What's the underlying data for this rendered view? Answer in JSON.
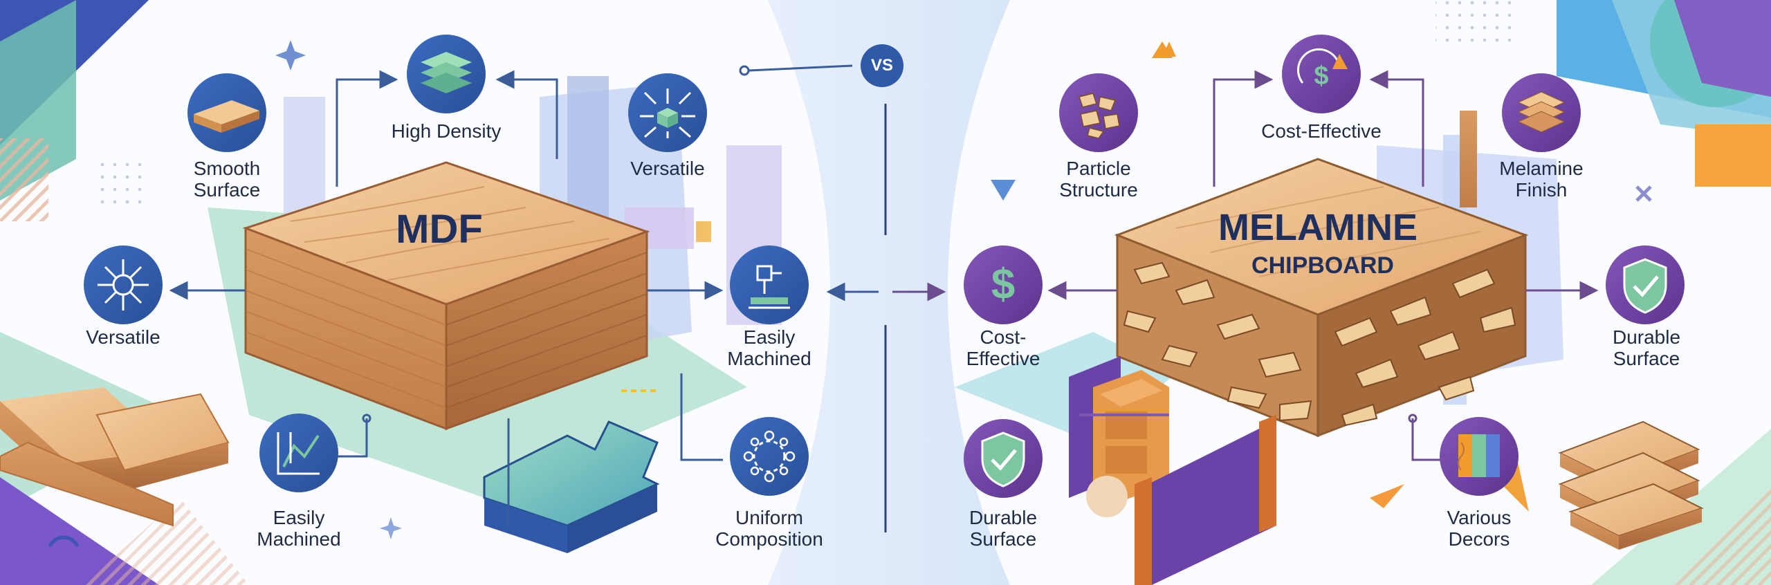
{
  "vs": "VS",
  "mdf": {
    "title": "MDF",
    "features": {
      "smooth_surface": "Smooth\nSurface",
      "high_density": "High Density",
      "versatile_top": "Versatile",
      "versatile_left": "Versatile",
      "easily_machined_right": "Easily\nMachined",
      "easily_machined_bottom": "Easily\nMachined",
      "uniform_composition": "Uniform\nComposition"
    },
    "icons": {
      "smooth_surface": "board-icon",
      "high_density": "layers-icon",
      "versatile_top": "expand-arrows-icon",
      "versatile_left": "compass-arrows-icon",
      "easily_machined_right": "cnc-machine-icon",
      "easily_machined_bottom": "machining-graph-icon",
      "uniform_composition": "uniform-circle-icon"
    }
  },
  "melamine": {
    "title": "MELAMINE",
    "subtitle": "CHIPBOARD",
    "features": {
      "particle_structure": "Particle\nStructure",
      "cost_effective_top": "Cost-Effective",
      "melamine_finish": "Melamine\nFinish",
      "cost_effective_left": "Cost-\nEffective",
      "durable_right": "Durab⁣le\nSurface",
      "durable_bottom": "Durable\nSurface",
      "various_decors": "Various\nDecors"
    },
    "icons": {
      "particle_structure": "wood-chips-icon",
      "cost_effective_top": "dollar-cycle-icon",
      "melamine_finish": "stacked-panels-icon",
      "cost_effective_left": "dollar-icon",
      "durable_right": "shield-check-icon",
      "durable_bottom": "shield-check-icon",
      "various_decors": "decor-swatches-icon"
    }
  },
  "colors": {
    "mdf_icon": "#2f5aa8",
    "melamine_icon": "#6a3f98",
    "title_text": "#1f2f5e",
    "wood_light": "#eab98a",
    "wood_mid": "#d8955f",
    "wood_dark": "#b6703f",
    "accent_green": "#7cc6a2",
    "accent_purple": "#7e57c2",
    "accent_blue": "#5b7fd6"
  }
}
